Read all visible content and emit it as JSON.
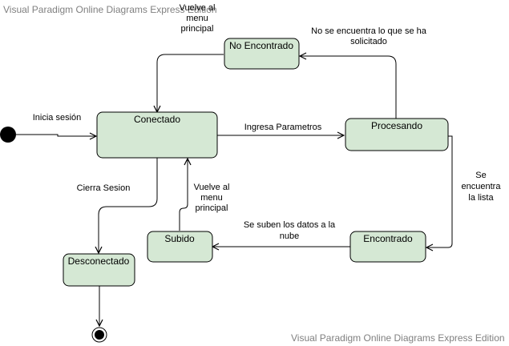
{
  "watermark": "Visual Paradigm Online Diagrams Express Edition",
  "states": {
    "conectado": "Conectado",
    "no_encontrado": "No Encontrado",
    "procesando": "Procesando",
    "encontrado": "Encontrado",
    "subido": "Subido",
    "desconectado": "Desconectado"
  },
  "transitions": {
    "inicia_sesion": "Inicia sesión",
    "ingresa_parametros": "Ingresa Parametros",
    "no_se_encuentra": [
      "No se encuentra lo que se ha",
      "solicitado"
    ],
    "vuelve_menu_top": [
      "Vuelve al",
      "menu",
      "principal"
    ],
    "se_encuentra": [
      "Se",
      "encuentra",
      "la lista"
    ],
    "se_suben": [
      "Se suben los datos a la",
      "nube"
    ],
    "vuelve_menu_bottom": [
      "Vuelve al",
      "menu",
      "principal"
    ],
    "cierra_sesion": "Cierra Sesion"
  },
  "colors": {
    "state_fill": "#d5e8d4",
    "stroke": "#000000",
    "watermark": "#808080"
  }
}
